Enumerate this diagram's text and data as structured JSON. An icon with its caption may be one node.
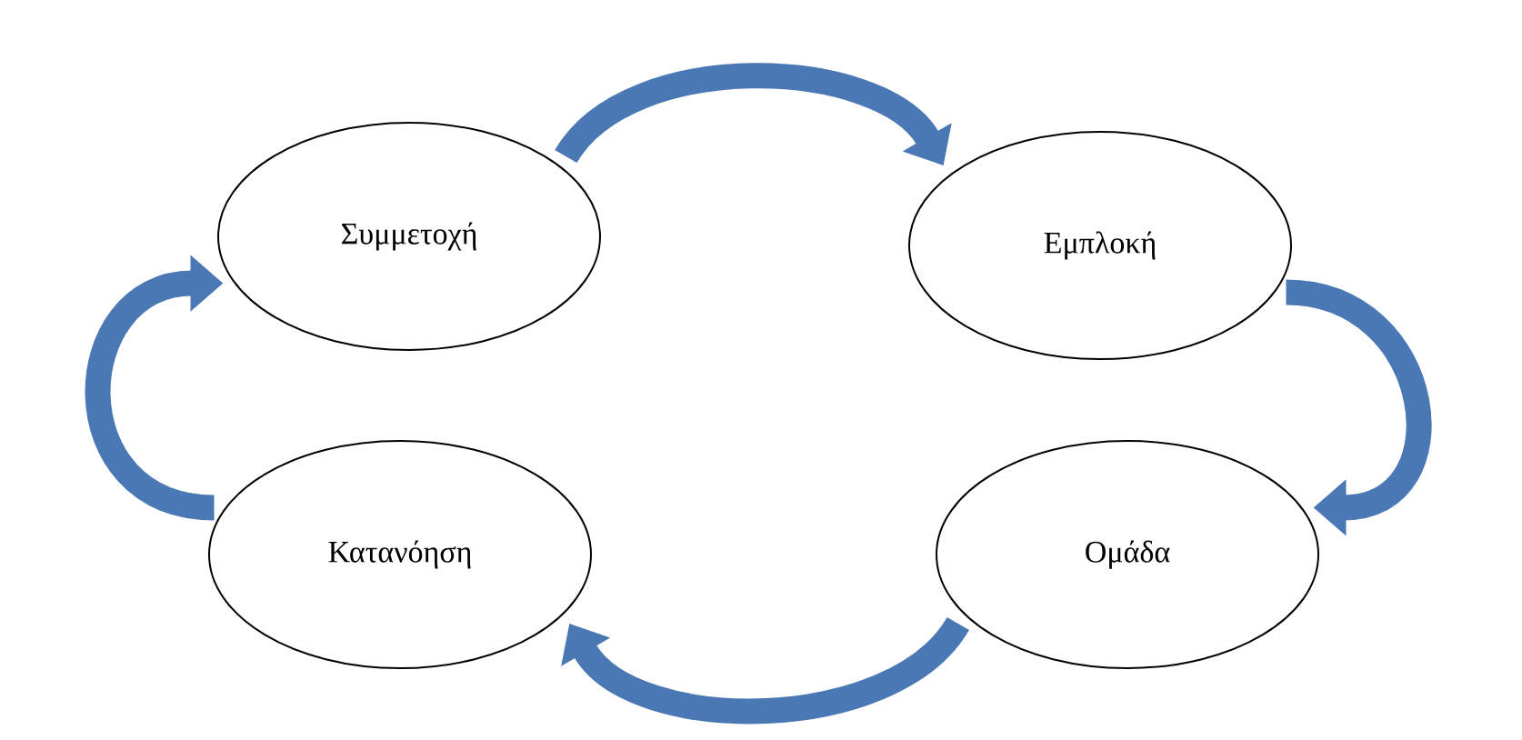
{
  "diagram": {
    "nodes": [
      {
        "text": [
          "Συμμετοχή"
        ]
      },
      {
        "text": [
          "Εμπλοκή"
        ]
      },
      {
        "text": [
          "Ομάδα"
        ]
      },
      {
        "text": [
          "Κατανόηση"
        ]
      }
    ],
    "edges": [
      {
        "from": 0,
        "to": 1,
        "arrow": "to"
      },
      {
        "from": 1,
        "to": 2,
        "arrow": "to"
      },
      {
        "from": 2,
        "to": 3,
        "arrow": "to"
      },
      {
        "from": 3,
        "to": 0,
        "arrow": "to"
      }
    ]
  }
}
